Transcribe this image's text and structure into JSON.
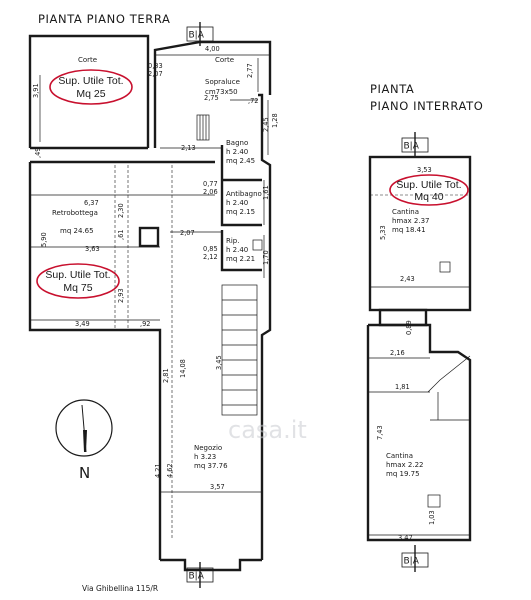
{
  "ground_floor": {
    "title": "PIANTA PIANO TERRA",
    "section_label_top": "B|A",
    "section_label_bottom": "B|A",
    "address": "Via Ghibellina 115/R",
    "badges": [
      {
        "line1": "Sup. Utile Tot.",
        "line2": "Mq 25"
      },
      {
        "line1": "Sup. Utile Tot.",
        "line2": "Mq 75"
      }
    ],
    "rooms": {
      "corte_left": "Corte",
      "corte_right": "Corte",
      "sopraluce_name": "Sopraluce",
      "sopraluce_size": "cm73x50",
      "bagno_name": "Bagno",
      "bagno_h": "h 2.40",
      "bagno_mq": "mq 2.45",
      "antibagno_name": "Antibagno",
      "antibagno_h": "h 2.40",
      "antibagno_mq": "mq 2.15",
      "rip_name": "Rip.",
      "rip_h": "h 2.40",
      "rip_mq": "mq 2.21",
      "retrobottega_name": "Retrobottega",
      "retrobottega_mq": "mq 24.65",
      "negozio_name": "Negozio",
      "negozio_h": "h 3.23",
      "negozio_mq": "mq 37.76"
    },
    "dimensions": {
      "d400": "4,00",
      "d083": "0,83",
      "d207": "2,07",
      "d277": "2,77",
      "d275": "2,75",
      "d72": ",72",
      "d391": "3,91",
      "d128": "1,28",
      "d245": "2,45",
      "d213": "2,13",
      "d49": ",49",
      "d161": "1,61",
      "d077": "0,77",
      "d206": "2,06",
      "d637": "6,37",
      "d230": "2,30",
      "d61": ",61",
      "d590": "5,90",
      "d363": "3,63",
      "d207b": "2,07",
      "d085": "0,85",
      "d212": "2,12",
      "d170": "1,70",
      "d293": "2,93",
      "d349": "3,49",
      "d92": ",92",
      "d281": "2,81",
      "d1408": "14,08",
      "d345": "3,45",
      "d421": "4,21",
      "d462": "4,62",
      "d357": "3,57"
    }
  },
  "basement": {
    "title_line1": "PIANTA",
    "title_line2": "PIANO INTERRATO",
    "section_label_top": "B|A",
    "section_label_bottom": "B|A",
    "badge": {
      "line1": "Sup. Utile Tot.",
      "line2": "Mq 40"
    },
    "rooms": {
      "cantina1_name": "Cantina",
      "cantina1_h": "hmax 2.37",
      "cantina1_mq": "mq 18.41",
      "cantina2_name": "Cantina",
      "cantina2_h": "hmax 2.22",
      "cantina2_mq": "mq 19.75"
    },
    "dimensions": {
      "d353": "3,53",
      "d533": "5,33",
      "d243": "2,43",
      "d089": "0,89",
      "d216": "2,16",
      "d181": "1,81",
      "d743": "7,43",
      "d103": "1,03",
      "d347": "3,47"
    }
  },
  "compass": {
    "label": "N"
  },
  "watermark": "casa.it",
  "colors": {
    "ink": "#1a1a1a",
    "highlight": "#c8102e",
    "background": "#ffffff"
  }
}
